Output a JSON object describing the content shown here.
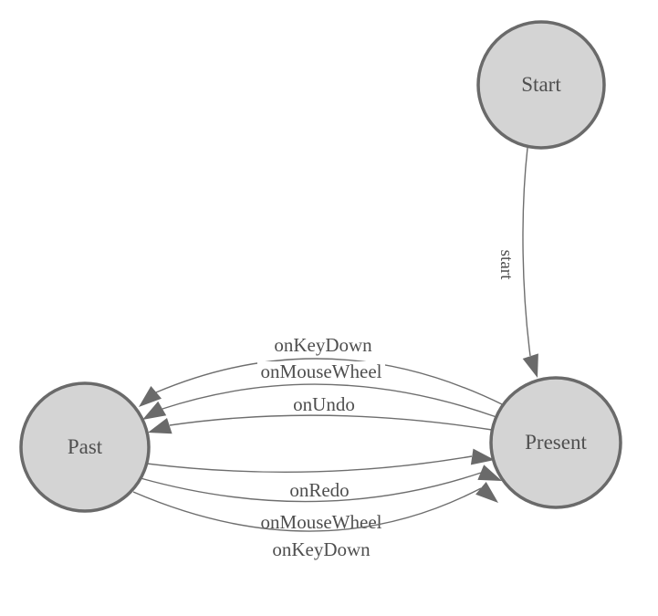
{
  "diagram": {
    "type": "state-machine",
    "background": "#ffffff",
    "colors": {
      "node_fill": "#d4d4d4",
      "node_stroke": "#6a6a6a",
      "edge_color": "#6e6e6e",
      "text_color": "#4f4f4f"
    },
    "nodes": [
      {
        "id": "start",
        "label": "Start"
      },
      {
        "id": "present",
        "label": "Present"
      },
      {
        "id": "past",
        "label": "Past"
      }
    ],
    "edges": [
      {
        "from": "Start",
        "to": "Present",
        "label": "start"
      },
      {
        "from": "Present",
        "to": "Past",
        "label": "onKeyDown"
      },
      {
        "from": "Present",
        "to": "Past",
        "label": "onMouseWheel"
      },
      {
        "from": "Present",
        "to": "Past",
        "label": "onUndo"
      },
      {
        "from": "Past",
        "to": "Present",
        "label": "onRedo"
      },
      {
        "from": "Past",
        "to": "Present",
        "label": "onMouseWheel"
      },
      {
        "from": "Past",
        "to": "Present",
        "label": "onKeyDown"
      }
    ]
  }
}
